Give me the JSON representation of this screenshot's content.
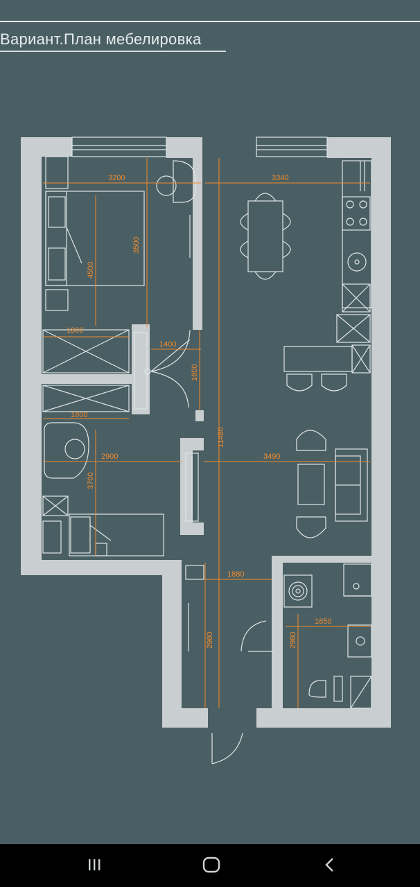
{
  "title": "Вариант.План мебелировка",
  "dimensions": {
    "bedroom_width": "3200",
    "bedroom_depth": "3500",
    "bed_length": "4500",
    "kitchen_width": "3340",
    "closet_width_top": "1800",
    "corridor_width": "1400",
    "corridor_depth": "1600",
    "closet_width_bottom": "1800",
    "kids_room_width": "2900",
    "kids_room_depth": "3700",
    "total_length": "11480",
    "living_width": "3490",
    "hall_width": "1880",
    "hall_depth": "2980",
    "bathroom_width": "1850",
    "bathroom_depth": "2980"
  },
  "navigation": {
    "recent_label": "recent-apps",
    "home_label": "home",
    "back_label": "back"
  },
  "colors": {
    "background": "#4a5f63",
    "walls": "#c9ced0",
    "lines": "#dfe5e7",
    "dimensions": "#f08a2c"
  }
}
